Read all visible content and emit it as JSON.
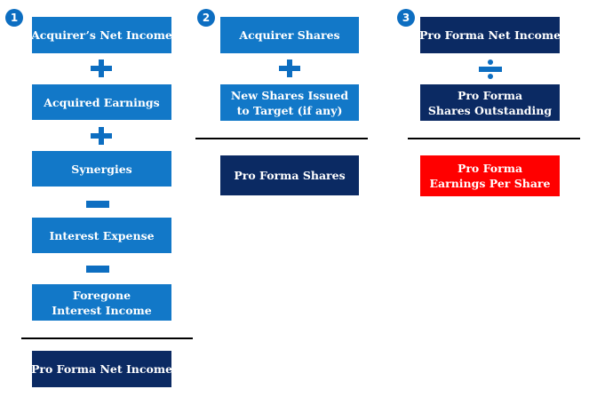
{
  "colors": {
    "accent_blue": "#1278c8",
    "navy": "#0b2a63",
    "result_red": "#ff0000",
    "operator_blue": "#0d6ec1"
  },
  "columns": [
    {
      "step": "1",
      "boxes": [
        {
          "lines": [
            "Acquirer’s Net Income"
          ],
          "operator_after": "plus"
        },
        {
          "lines": [
            "Acquired Earnings"
          ],
          "operator_after": "plus"
        },
        {
          "lines": [
            "Synergies"
          ],
          "operator_after": "minus"
        },
        {
          "lines": [
            "Interest Expense"
          ],
          "operator_after": "minus"
        },
        {
          "lines": [
            "Foregone",
            "Interest Income"
          ]
        }
      ],
      "result": {
        "lines": [
          "Pro Forma Net Income"
        ],
        "color": "navy"
      }
    },
    {
      "step": "2",
      "boxes": [
        {
          "lines": [
            "Acquirer Shares"
          ],
          "operator_after": "plus"
        },
        {
          "lines": [
            "New Shares Issued",
            "to Target (if any)"
          ]
        }
      ],
      "result": {
        "lines": [
          "Pro Forma Shares"
        ],
        "color": "navy"
      }
    },
    {
      "step": "3",
      "boxes": [
        {
          "lines": [
            "Pro Forma Net Income"
          ],
          "operator_after": "divide",
          "color": "navy"
        },
        {
          "lines": [
            "Pro Forma",
            "Shares Outstanding"
          ],
          "color": "navy"
        }
      ],
      "result": {
        "lines": [
          "Pro Forma",
          "Earnings Per Share"
        ],
        "color": "red"
      }
    }
  ]
}
